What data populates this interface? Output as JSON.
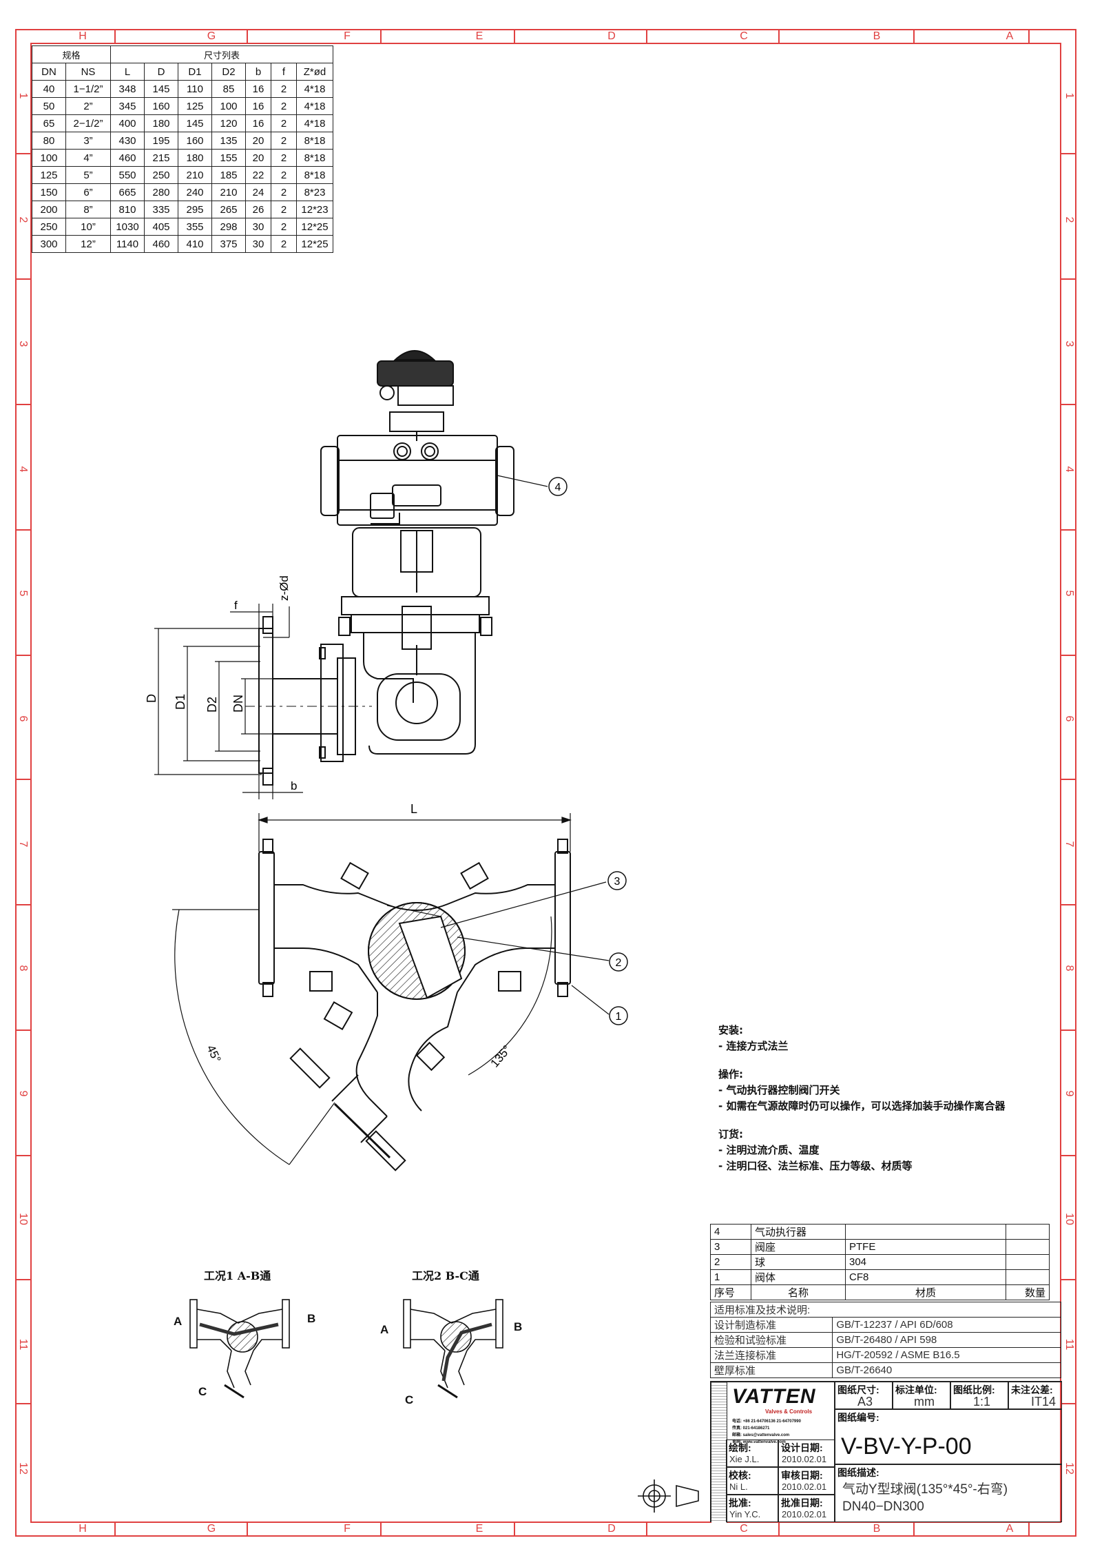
{
  "border": {
    "zones_cols": [
      "H",
      "G",
      "F",
      "E",
      "D",
      "C",
      "B",
      "A"
    ],
    "zones_rows": [
      "1",
      "2",
      "3",
      "4",
      "5",
      "6",
      "7",
      "8",
      "9",
      "10",
      "11",
      "12"
    ]
  },
  "dimension_table": {
    "group_header_left": "规格",
    "group_header_right": "尺寸列表",
    "columns": [
      "DN",
      "NS",
      "L",
      "D",
      "D1",
      "D2",
      "b",
      "f",
      "Z*ød"
    ],
    "rows": [
      [
        "40",
        "1−1/2”",
        "348",
        "145",
        "110",
        "85",
        "16",
        "2",
        "4*18"
      ],
      [
        "50",
        "2”",
        "345",
        "160",
        "125",
        "100",
        "16",
        "2",
        "4*18"
      ],
      [
        "65",
        "2−1/2”",
        "400",
        "180",
        "145",
        "120",
        "16",
        "2",
        "4*18"
      ],
      [
        "80",
        "3”",
        "430",
        "195",
        "160",
        "135",
        "20",
        "2",
        "8*18"
      ],
      [
        "100",
        "4”",
        "460",
        "215",
        "180",
        "155",
        "20",
        "2",
        "8*18"
      ],
      [
        "125",
        "5”",
        "550",
        "250",
        "210",
        "185",
        "22",
        "2",
        "8*18"
      ],
      [
        "150",
        "6”",
        "665",
        "280",
        "240",
        "210",
        "24",
        "2",
        "8*23"
      ],
      [
        "200",
        "8”",
        "810",
        "335",
        "295",
        "265",
        "26",
        "2",
        "12*23"
      ],
      [
        "250",
        "10”",
        "1030",
        "405",
        "355",
        "298",
        "30",
        "2",
        "12*25"
      ],
      [
        "300",
        "12”",
        "1140",
        "460",
        "410",
        "375",
        "30",
        "2",
        "12*25"
      ]
    ]
  },
  "drawing_labels": {
    "f": "f",
    "zod": "z-Ød",
    "D": "D",
    "D1": "D1",
    "D2": "D2",
    "DN": "DN",
    "b": "b",
    "L": "L",
    "angle45": "45°",
    "angle135": "135°",
    "balloons": [
      "1",
      "2",
      "3",
      "4"
    ]
  },
  "notes": {
    "install_title": "安装:",
    "install_items": [
      "- 连接方式法兰"
    ],
    "operation_title": "操作:",
    "operation_items": [
      "- 气动执行器控制阀门开关",
      "- 如需在气源故障时仍可以操作，可以选择加装手动操作离合器"
    ],
    "order_title": "订货:",
    "order_items": [
      "- 注明过流介质、温度",
      "- 注明口径、法兰标准、压力等级、材质等"
    ]
  },
  "cases": [
    {
      "title": "工况1  A-B通",
      "ports": [
        "A",
        "B",
        "C"
      ]
    },
    {
      "title": "工况2  B-C通",
      "ports": [
        "A",
        "B",
        "C"
      ]
    }
  ],
  "bom": {
    "rows": [
      {
        "no": "4",
        "name": "气动执行器",
        "material": "",
        "qty": ""
      },
      {
        "no": "3",
        "name": "阀座",
        "material": "PTFE",
        "qty": ""
      },
      {
        "no": "2",
        "name": "球",
        "material": "304",
        "qty": ""
      },
      {
        "no": "1",
        "name": "阀体",
        "material": "CF8",
        "qty": ""
      }
    ],
    "header": {
      "no": "序号",
      "name": "名称",
      "material": "材质",
      "qty": "数量"
    }
  },
  "standards": {
    "title": "适用标准及技术说明:",
    "rows": [
      {
        "label": "设计制造标准",
        "value": "GB/T-12237 / API 6D/608"
      },
      {
        "label": "检验和试验标准",
        "value": "GB/T-26480 / API 598"
      },
      {
        "label": "法兰连接标准",
        "value": "HG/T-20592 / ASME B16.5"
      },
      {
        "label": "壁厚标准",
        "value": "GB/T-26640"
      }
    ]
  },
  "title_block": {
    "logo_text": "VATTEN",
    "logo_sub": "Valves & Controls",
    "contact_lines": [
      "电话: +86 21-64706136  21-64707990",
      "传真: 021-64186271",
      "邮箱: sales@vattenvalve.com",
      "官网: www.vattenvalve.com"
    ],
    "sheet_size_label": "图纸尺寸:",
    "sheet_size": "A3",
    "unit_label": "标注单位:",
    "unit": "mm",
    "scale_label": "图纸比例:",
    "scale": "1:1",
    "tolerance_label": "未注公差:",
    "tolerance": "IT14",
    "drawing_no_label": "图纸编号:",
    "drawing_no": "V-BV-Y-P-00",
    "desc_label": "图纸描述:",
    "desc_line1": "气动Y型球阀(135°*45°-右弯)",
    "desc_line2": "DN40−DN300",
    "signoffs": [
      {
        "role": "绘制:",
        "name": "Xie J.L.",
        "date_label": "设计日期:",
        "date": "2010.02.01"
      },
      {
        "role": "校核:",
        "name": "Ni L.",
        "date_label": "审核日期:",
        "date": "2010.02.01"
      },
      {
        "role": "批准:",
        "name": "Yin Y.C.",
        "date_label": "批准日期:",
        "date": "2010.02.01"
      }
    ]
  },
  "colors": {
    "border": "#e04040",
    "line": "#111111"
  }
}
